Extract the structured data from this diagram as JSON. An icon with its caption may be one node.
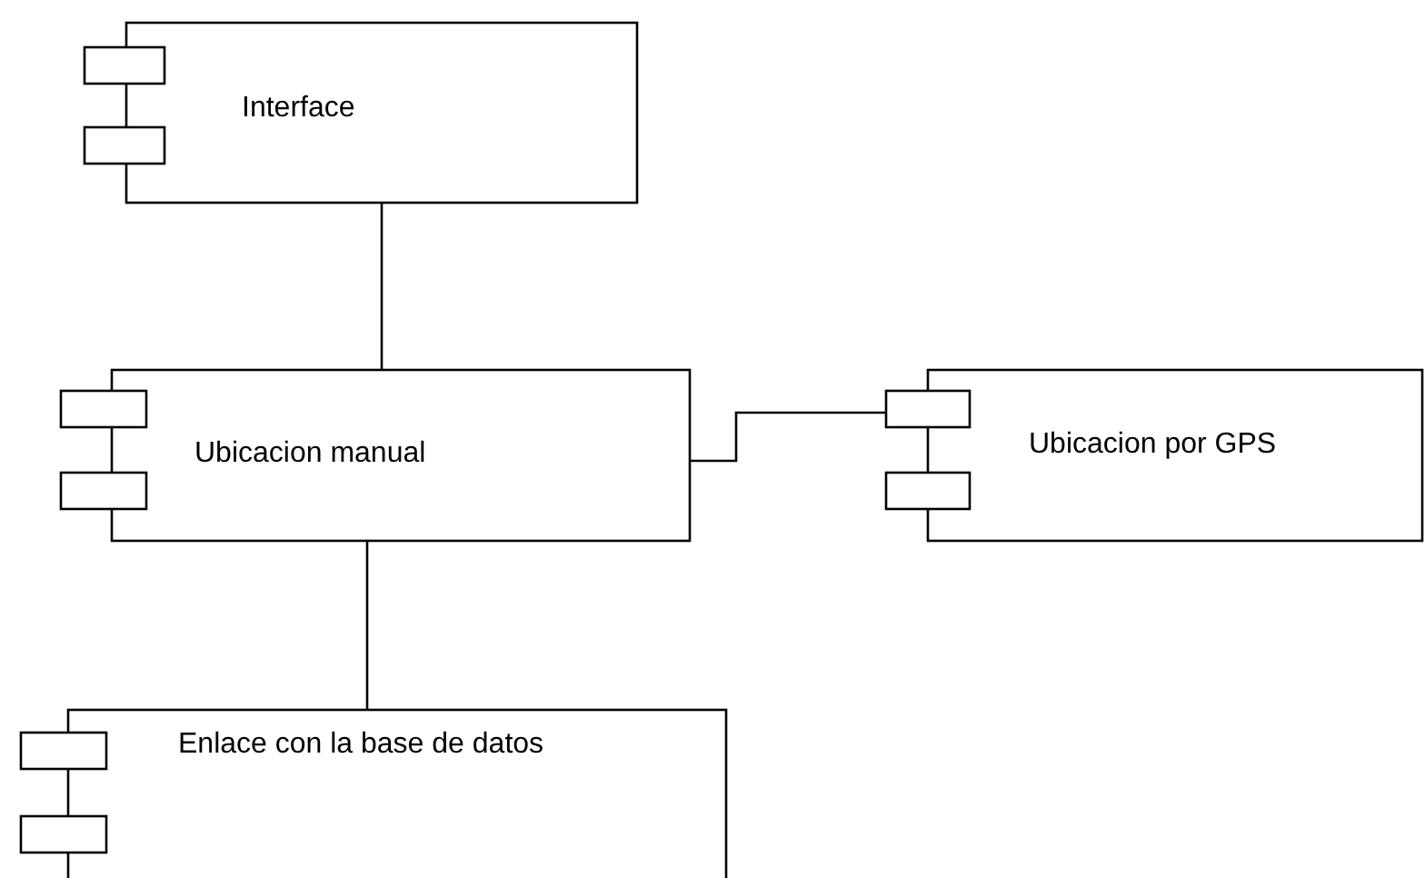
{
  "diagram": {
    "nodes": [
      {
        "text": [
          "Interface"
        ]
      },
      {
        "text": [
          "Ubicacion manual"
        ]
      },
      {
        "text": [
          "Ubicacion por GPS"
        ]
      },
      {
        "text": [
          "Enlace con la base de datos"
        ]
      }
    ],
    "edges": [
      {
        "from": 0,
        "to": 1,
        "arrow": "none"
      },
      {
        "from": 1,
        "to": 2,
        "arrow": "none"
      },
      {
        "from": 1,
        "to": 3,
        "arrow": "none"
      }
    ]
  }
}
